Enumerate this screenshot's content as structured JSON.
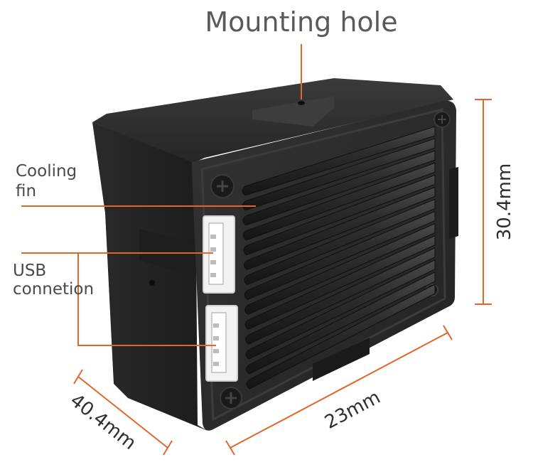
{
  "labels": {
    "mounting_hole": "Mounting hole",
    "cooling_fin_line1": "Cooling",
    "cooling_fin_line2": "fin",
    "usb_line1": "USB",
    "usb_line2": "connetion"
  },
  "dimensions": {
    "height": "30.4mm",
    "width": "23mm",
    "depth": "40.4mm"
  },
  "colors": {
    "leader_line": "#e0662a",
    "body": "#2b2b2b",
    "connector": "#f2f2f2"
  }
}
